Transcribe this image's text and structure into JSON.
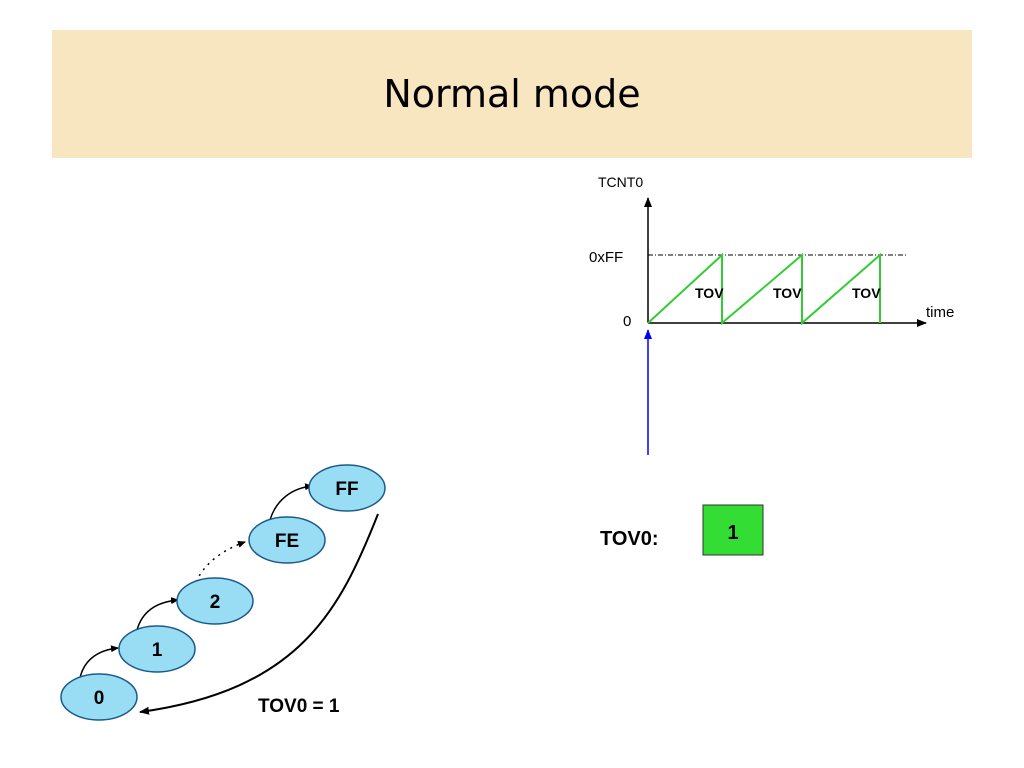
{
  "title": "Normal mode",
  "timing_chart": {
    "y_axis_label": "TCNT0",
    "x_axis_label": "time",
    "y_max_label": "0xFF",
    "y_zero_label": "0",
    "overflow_labels": [
      "TOV",
      "TOV",
      "TOV"
    ],
    "colors": {
      "ramp": "#33cc33",
      "axis": "#000000",
      "marker": "#0000ff"
    }
  },
  "flag": {
    "label": "TOV0:",
    "value": "1",
    "color": "#33dd33"
  },
  "state_diagram": {
    "states": [
      "0",
      "1",
      "2",
      "FE",
      "FF"
    ],
    "wrap_label": "TOV0 = 1",
    "state_fill": "#99ddf5",
    "state_stroke": "#1a5a8a"
  }
}
